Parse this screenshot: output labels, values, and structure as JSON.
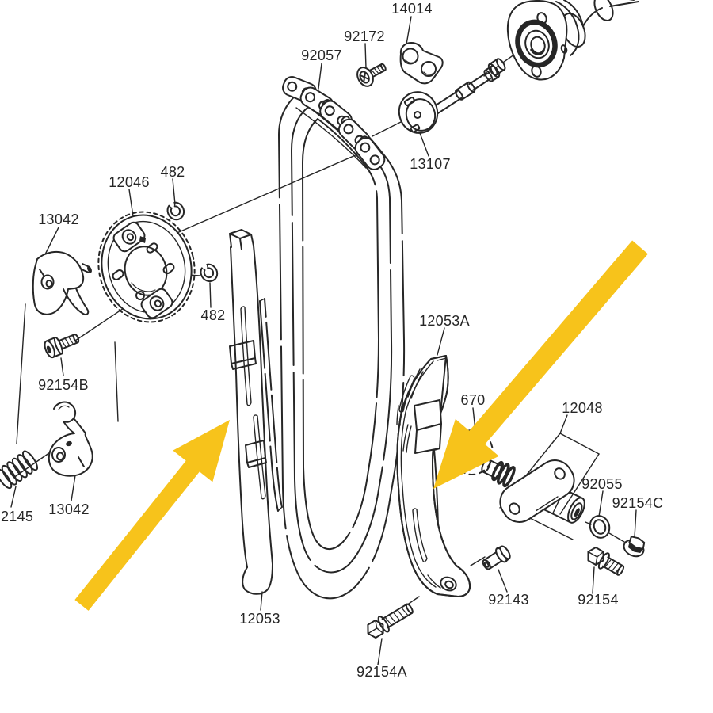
{
  "figure": {
    "kind": "exploded-parts-diagram",
    "subject": "cam chain, tensioner and chain guides"
  },
  "colors": {
    "background": "#ffffff",
    "line": "#262626",
    "arrow_yellow": "#F7C31B"
  },
  "labels": {
    "l92057": "92057",
    "l92172": "92172",
    "l14014": "14014",
    "l13107": "13107",
    "l12046": "12046",
    "l482a": "482",
    "l13042a": "13042",
    "l482b": "482",
    "l92154B": "92154B",
    "l13042b": "13042",
    "l2145": "2145",
    "l12053": "12053",
    "l12053A": "12053A",
    "l670": "670",
    "l12048": "12048",
    "l92055": "92055",
    "l92154C": "92154C",
    "l92143": "92143",
    "l92154": "92154",
    "l92154A": "92154A"
  },
  "highlight_arrows": [
    {
      "id": "arrow-lower-left",
      "points_to": "chain guide 12053",
      "direction": "up-right"
    },
    {
      "id": "arrow-upper-right",
      "points_to": "chain guide 12053A",
      "direction": "down-left"
    }
  ]
}
